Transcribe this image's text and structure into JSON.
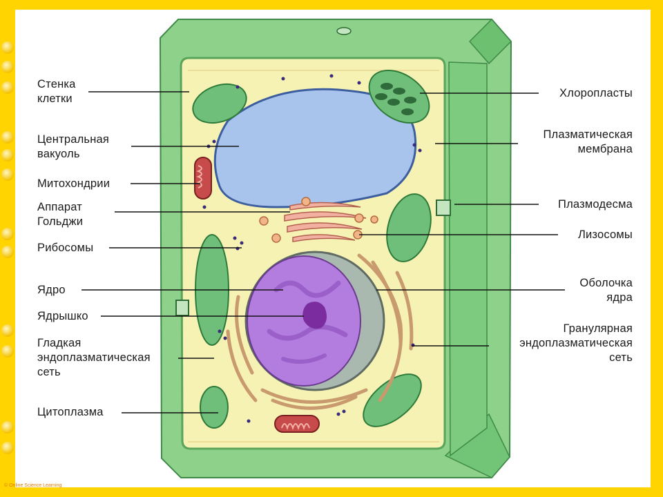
{
  "labels_left": [
    {
      "id": "cell-wall",
      "lines": [
        "Стенка",
        "клетки"
      ]
    },
    {
      "id": "central-vacuole",
      "lines": [
        "Центральная",
        "вакуоль"
      ]
    },
    {
      "id": "mitochondria",
      "lines": [
        "Митохондрии"
      ]
    },
    {
      "id": "golgi",
      "lines": [
        "Аппарат",
        "Гольджи"
      ]
    },
    {
      "id": "ribosomes",
      "lines": [
        "Рибосомы"
      ]
    },
    {
      "id": "nucleus",
      "lines": [
        "Ядро"
      ]
    },
    {
      "id": "nucleolus",
      "lines": [
        "Ядрышко"
      ]
    },
    {
      "id": "smooth-er",
      "lines": [
        "Гладкая",
        "эндоплазматическая",
        "сеть"
      ]
    },
    {
      "id": "cytoplasm",
      "lines": [
        "Цитоплазма"
      ]
    }
  ],
  "labels_right": [
    {
      "id": "chloroplasts",
      "lines": [
        "Хлоропласты"
      ]
    },
    {
      "id": "plasma-membrane",
      "lines": [
        "Плазматическая",
        "мембрана"
      ]
    },
    {
      "id": "plasmodesma",
      "lines": [
        "Плазмодесма"
      ]
    },
    {
      "id": "lysosomes",
      "lines": [
        "Лизосомы"
      ]
    },
    {
      "id": "nuclear-envelope",
      "lines": [
        "Оболочка",
        "ядра"
      ]
    },
    {
      "id": "rough-er",
      "lines": [
        "Гранулярная",
        "эндоплазматическая",
        "сеть"
      ]
    }
  ],
  "copyright": "© Online Science Learning",
  "colors": {
    "background_frame": "#ffd400",
    "cell_wall": "#8ed18a",
    "cytoplasm": "#f6f2b4",
    "vacuole": "#a9c4ec",
    "nucleus": "#b27ddf",
    "chloroplast": "#6fbf7a",
    "golgi": "#f2b0a0"
  }
}
